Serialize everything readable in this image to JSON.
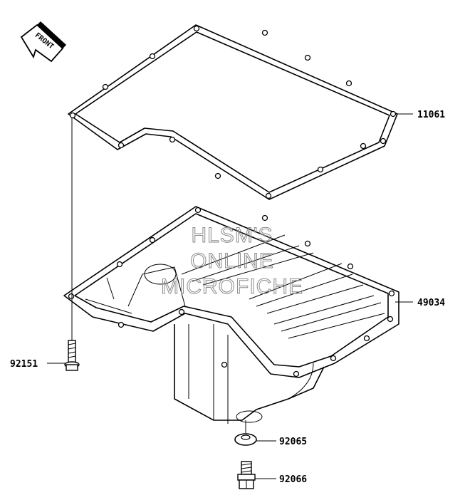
{
  "front_arrow": {
    "text": "FRONT",
    "icon": "front-direction-arrow-icon"
  },
  "parts": [
    {
      "number": "11061"
    },
    {
      "number": "49034"
    },
    {
      "number": "92151"
    },
    {
      "number": "92065"
    },
    {
      "number": "92066"
    }
  ],
  "watermark": {
    "line1": "HLSM'S",
    "line2": "ONLINE",
    "line3": "MICROFICHE"
  },
  "colors": {
    "ink": "#000000",
    "background": "#ffffff",
    "watermark": "#8a8a8a"
  }
}
